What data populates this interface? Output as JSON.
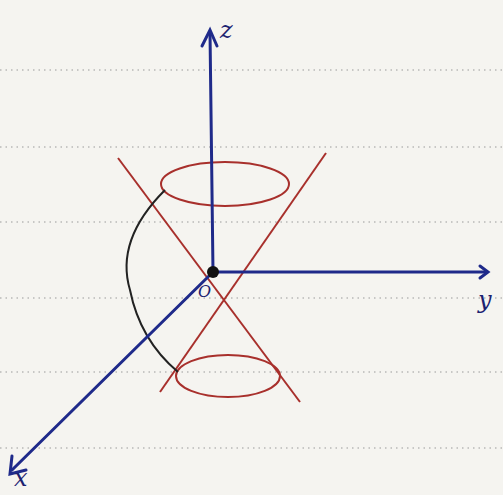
{
  "diagram": {
    "labels": [
      "z",
      "y",
      "x",
      "O"
    ]
  }
}
